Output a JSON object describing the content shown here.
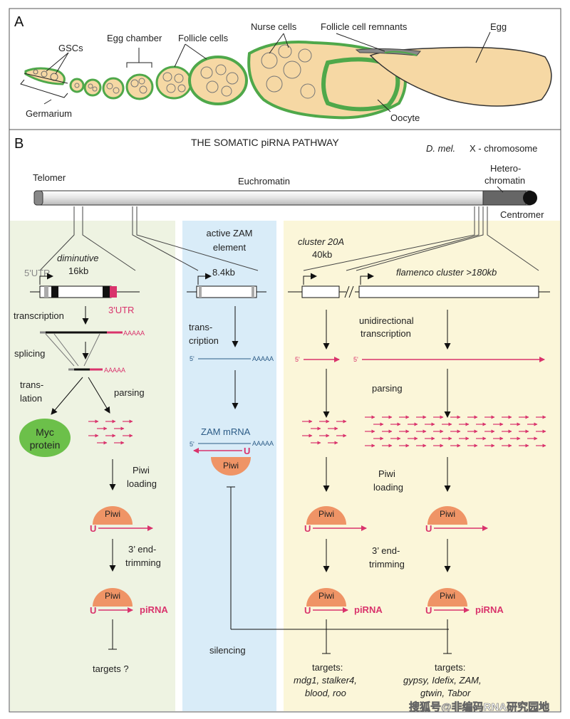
{
  "panel_a": {
    "letter": "A",
    "gscs": "GSCs",
    "egg_chamber": "Egg chamber",
    "follicle_cells": "Follicle cells",
    "nurse_cells": "Nurse cells",
    "follicle_remnants": "Follicle cell remnants",
    "egg": "Egg",
    "germarium": "Germarium",
    "oocyte": "Oocyte"
  },
  "panel_b": {
    "letter": "B",
    "title": "THE SOMATIC piRNA PATHWAY",
    "species": "D. mel.",
    "chromosome": "X - chromosome",
    "telomer": "Telomer",
    "euchromatin": "Euchromatin",
    "hetero_1": "Hetero-",
    "hetero_2": "chromatin",
    "centromer": "Centromer"
  },
  "left": {
    "gene": "diminutive",
    "size": "16kb",
    "utr5": "5'UTR",
    "utr3": "3'UTR",
    "transcription": "transcription",
    "polya": "AAAAA",
    "splicing": "splicing",
    "translation_1": "trans-",
    "translation_2": "lation",
    "parsing": "parsing",
    "myc_1": "Myc",
    "myc_2": "protein",
    "piwi_loading_1": "Piwi",
    "piwi_loading_2": "loading",
    "piwi": "Piwi",
    "u": "U",
    "trim_1": "3’ end-",
    "trim_2": "trimming",
    "pirna": "piRNA",
    "targets": "targets ?"
  },
  "middle": {
    "active_1": "active ZAM",
    "active_2": "element",
    "size": "8.4kb",
    "transcription_1": "trans-",
    "transcription_2": "cription",
    "five": "5'",
    "polya": "AAAAA",
    "zam_mrna": "ZAM mRNA",
    "u": "U",
    "piwi": "Piwi",
    "silencing": "silencing"
  },
  "right": {
    "cluster20a": "cluster 20A",
    "cluster20a_size": "40kb",
    "flamenco": "flamenco cluster >180kb",
    "unidir_1": "unidirectional",
    "unidir_2": "transcription",
    "five": "5'",
    "parsing": "parsing",
    "piwi_loading_1": "Piwi",
    "piwi_loading_2": "loading",
    "piwi": "Piwi",
    "u": "U",
    "trim_1": "3’ end-",
    "trim_2": "trimming",
    "pirna": "piRNA",
    "targets_a_title": "targets:",
    "targets_a_1": "mdg1, stalker4,",
    "targets_a_2": "blood, roo",
    "targets_b_title": "targets:",
    "targets_b_1": "gypsy, Idefix, ZAM,",
    "targets_b_2": "gtwin, Tabor"
  },
  "watermark": "搜狐号@非编码RNA研究园地",
  "colors": {
    "pink": "#d9336c",
    "piwi": "#ef9466",
    "myc": "#6cc04a",
    "follicle": "#4fa84a",
    "cell": "#f6d8a4",
    "green_bg": "#eef3e2",
    "blue_bg": "#d9ecf8",
    "yellow_bg": "#fbf6d9"
  }
}
